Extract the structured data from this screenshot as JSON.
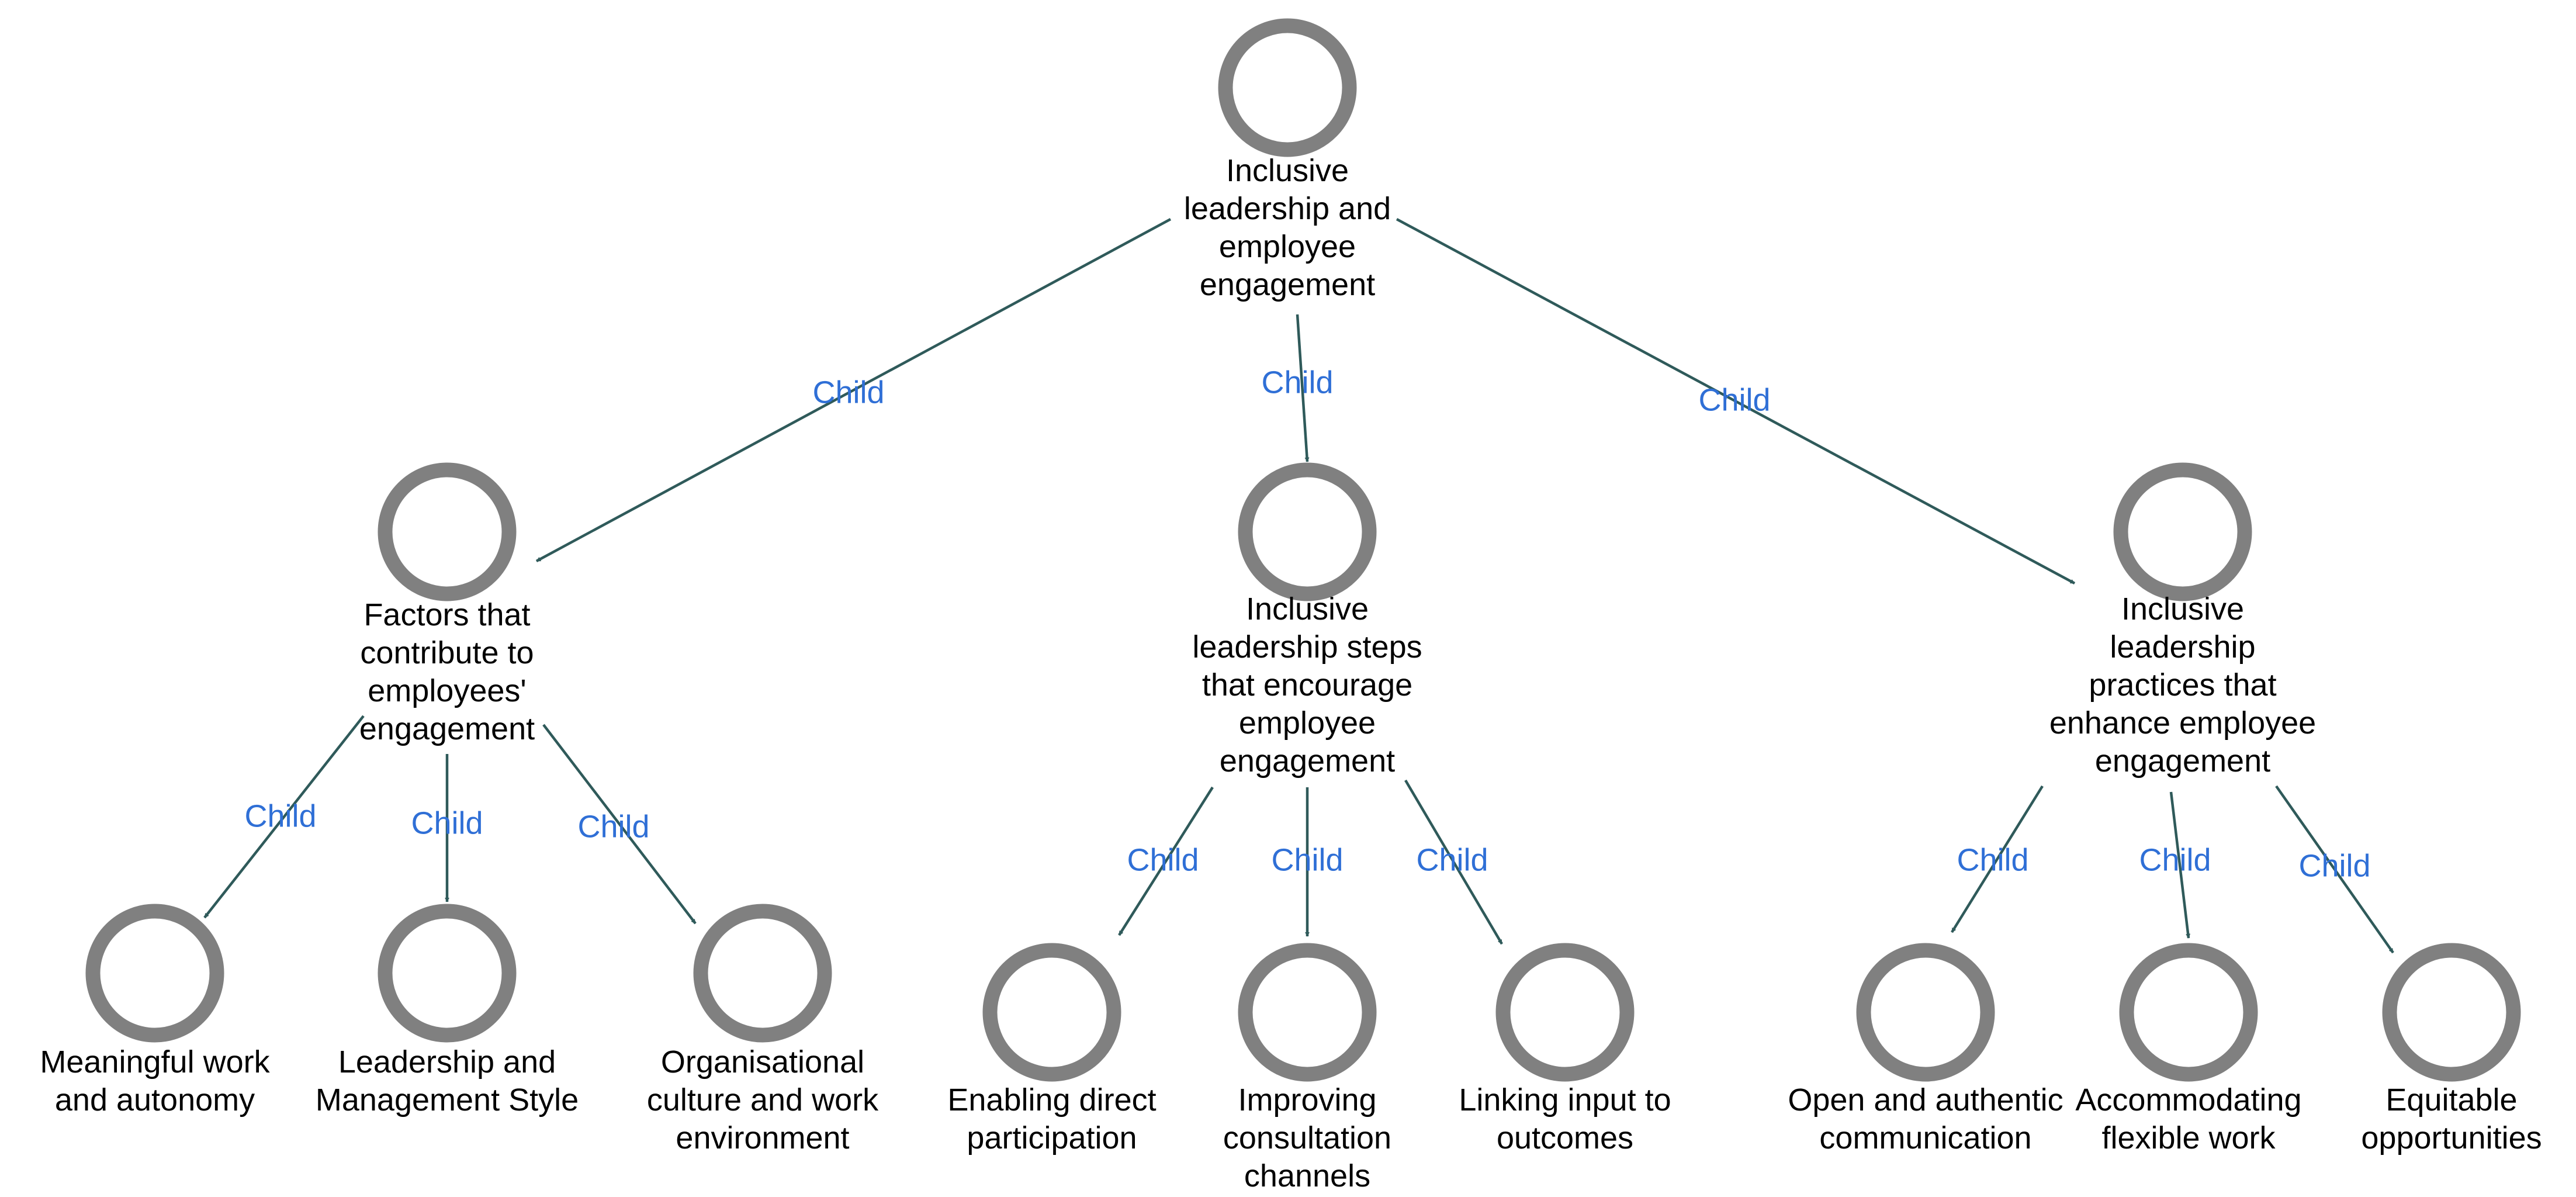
{
  "diagram": {
    "type": "tree",
    "colors": {
      "node_ring": "#808080",
      "edge": "#2f5a5a",
      "edge_label": "#2f6fd6",
      "text": "#000000"
    },
    "nodes": [
      {
        "id": "root",
        "label": [
          "Inclusive",
          "leadership and",
          "employee",
          "engagement"
        ]
      },
      {
        "id": "factors",
        "label": [
          "Factors that",
          "contribute to",
          "employees'",
          "engagement"
        ]
      },
      {
        "id": "steps",
        "label": [
          "Inclusive",
          "leadership steps",
          "that encourage",
          "employee",
          "engagement"
        ]
      },
      {
        "id": "practices",
        "label": [
          "Inclusive",
          "leadership",
          "practices that",
          "enhance employee",
          "engagement"
        ]
      },
      {
        "id": "meaningful",
        "label": [
          "Meaningful work",
          "and autonomy"
        ]
      },
      {
        "id": "leadership_style",
        "label": [
          "Leadership and",
          "Management Style"
        ]
      },
      {
        "id": "culture",
        "label": [
          "Organisational",
          "culture and work",
          "environment"
        ]
      },
      {
        "id": "direct_participation",
        "label": [
          "Enabling direct",
          "participation"
        ]
      },
      {
        "id": "consultation",
        "label": [
          "Improving",
          "consultation",
          "channels"
        ]
      },
      {
        "id": "linking",
        "label": [
          "Linking input to",
          "outcomes"
        ]
      },
      {
        "id": "communication",
        "label": [
          "Open and authentic",
          "communication"
        ]
      },
      {
        "id": "flexible_work",
        "label": [
          "Accommodating",
          "flexible work"
        ]
      },
      {
        "id": "opportunities",
        "label": [
          "Equitable",
          "opportunities"
        ]
      }
    ],
    "edges": [
      {
        "from": "root",
        "to": "factors",
        "label": "Child"
      },
      {
        "from": "root",
        "to": "steps",
        "label": "Child"
      },
      {
        "from": "root",
        "to": "practices",
        "label": "Child"
      },
      {
        "from": "factors",
        "to": "meaningful",
        "label": "Child"
      },
      {
        "from": "factors",
        "to": "leadership_style",
        "label": "Child"
      },
      {
        "from": "factors",
        "to": "culture",
        "label": "Child"
      },
      {
        "from": "steps",
        "to": "direct_participation",
        "label": "Child"
      },
      {
        "from": "steps",
        "to": "consultation",
        "label": "Child"
      },
      {
        "from": "steps",
        "to": "linking",
        "label": "Child"
      },
      {
        "from": "practices",
        "to": "communication",
        "label": "Child"
      },
      {
        "from": "practices",
        "to": "flexible_work",
        "label": "Child"
      },
      {
        "from": "practices",
        "to": "opportunities",
        "label": "Child"
      }
    ]
  }
}
